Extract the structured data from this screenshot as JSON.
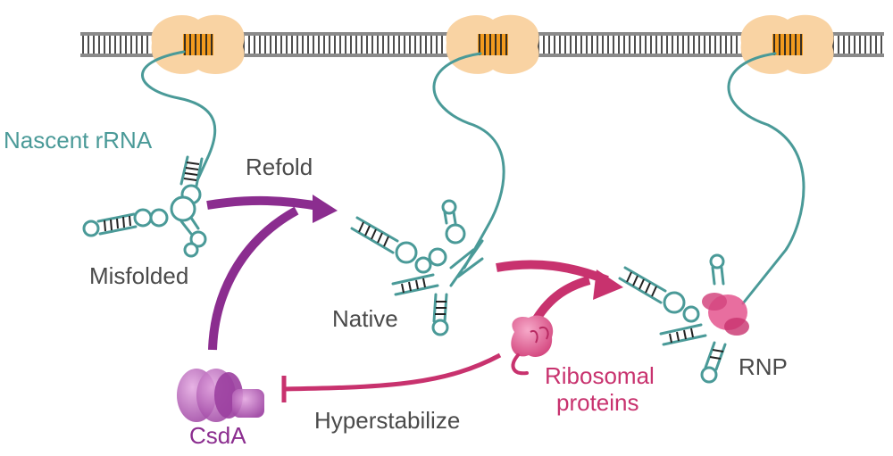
{
  "labels": {
    "nascent_rrna": "Nascent rRNA",
    "refold": "Refold",
    "misfolded": "Misfolded",
    "native": "Native",
    "ribosomal_proteins_line1": "Ribosomal",
    "ribosomal_proteins_line2": "proteins",
    "rnp": "RNP",
    "csda": "CsdA",
    "hyperstabilize": "Hyperstabilize"
  },
  "colors": {
    "rna": "#4a9a98",
    "polymerase": "#f9d3a3",
    "polymerase_core": "#f29a1e",
    "csda": "#8b2d8f",
    "ribosomal_protein": "#c8326e",
    "text": "#4a4a4a"
  }
}
